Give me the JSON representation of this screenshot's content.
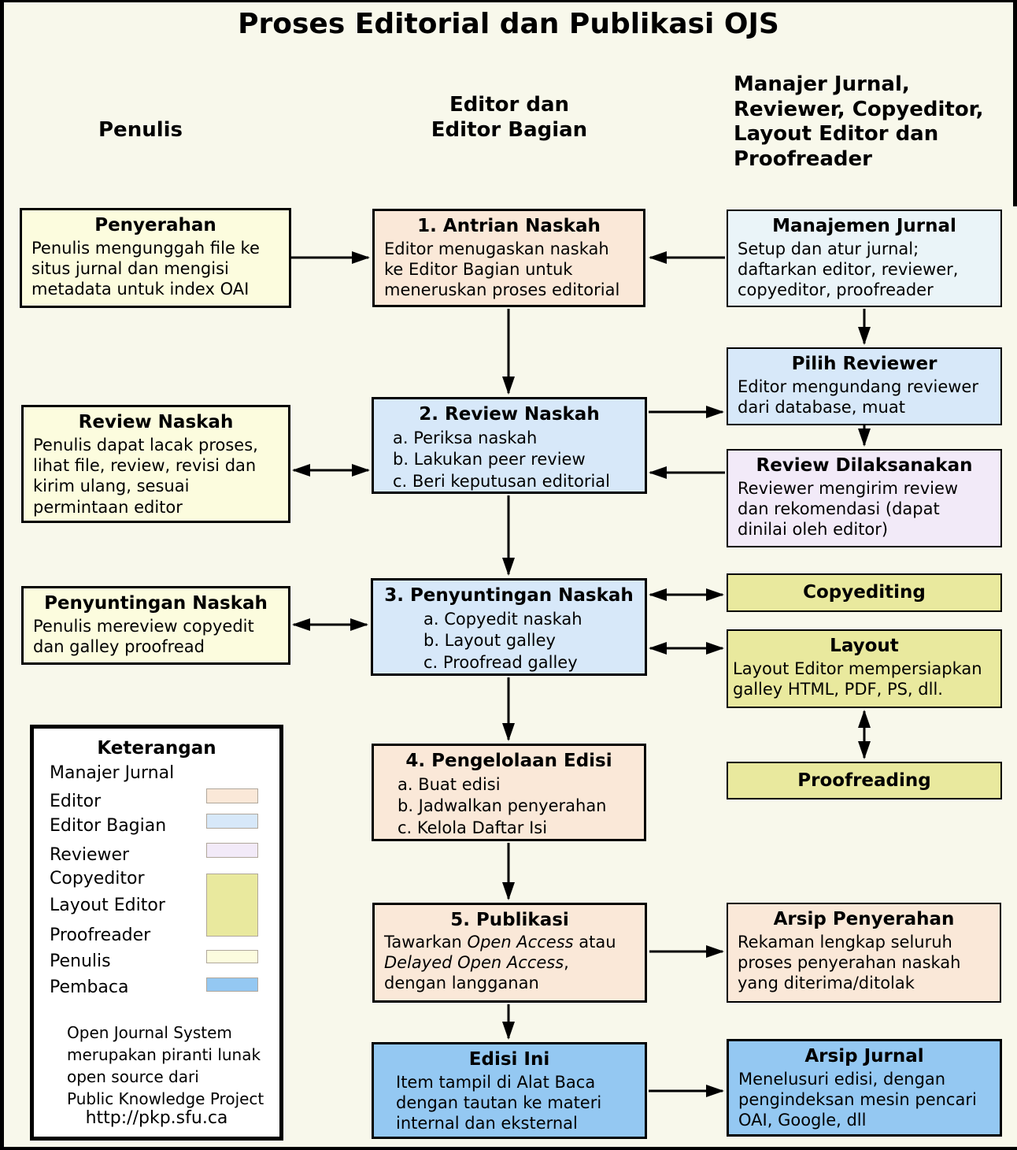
{
  "title": "Proses Editorial dan Publikasi OJS",
  "column_headers": {
    "penulis": "Penulis",
    "editor": "Editor dan\nEditor Bagian",
    "manajer": "Manajer Jurnal,\nReviewer, Copyeditor,\nLayout Editor dan\nProofreader"
  },
  "boxes": {
    "penyerahan": {
      "title": "Penyerahan",
      "body": "Penulis mengunggah file ke\nsitus jurnal dan mengisi\nmetadata untuk index OAI"
    },
    "antrian_naskah": {
      "title": "1. Antrian Naskah",
      "body": "Editor menugaskan naskah\nke Editor Bagian untuk\nmeneruskan proses editorial"
    },
    "manajemen_jurnal": {
      "title": "Manajemen Jurnal",
      "body": "Setup dan atur jurnal;\ndaftarkan editor, reviewer,\ncopyeditor, proofreader"
    },
    "review_naskah_penulis": {
      "title": "Review Naskah",
      "body": "Penulis dapat lacak proses,\nlihat file, review, revisi dan\nkirim ulang, sesuai\npermintaan editor"
    },
    "review_naskah": {
      "title": "2. Review Naskah",
      "items": [
        "a. Periksa naskah",
        "b. Lakukan peer review",
        "c. Beri keputusan editorial"
      ]
    },
    "pilih_reviewer": {
      "title": "Pilih Reviewer",
      "body": "Editor mengundang reviewer\ndari database, muat"
    },
    "review_dilaksanakan": {
      "title": "Review Dilaksanakan",
      "body": "Reviewer mengirim review\ndan rekomendasi (dapat\ndinilai oleh editor)"
    },
    "penyuntingan_penulis": {
      "title": "Penyuntingan Naskah",
      "body": "Penulis mereview copyedit\ndan galley proofread"
    },
    "penyuntingan_naskah": {
      "title": "3. Penyuntingan Naskah",
      "items": [
        "a. Copyedit naskah",
        "b. Layout galley",
        "c. Proofread galley"
      ]
    },
    "copyediting": {
      "title": "Copyediting"
    },
    "layout": {
      "title": "Layout",
      "body": "Layout Editor mempersiapkan\ngalley HTML, PDF, PS, dll."
    },
    "proofreading": {
      "title": "Proofreading"
    },
    "pengelolaan_edisi": {
      "title": "4. Pengelolaan Edisi",
      "items": [
        "a. Buat edisi",
        "b. Jadwalkan penyerahan",
        "c. Kelola Daftar Isi"
      ]
    },
    "publikasi": {
      "title": "5. Publikasi",
      "p1": "Tawarkan ",
      "p2": "Open Access",
      "p3": " atau",
      "p4": "Delayed Open Access",
      "p5": ",",
      "p6": "dengan langganan"
    },
    "arsip_penyerahan": {
      "title": "Arsip Penyerahan",
      "body": "Rekaman lengkap seluruh\nproses penyerahan naskah\nyang diterima/ditolak"
    },
    "edisi_ini": {
      "title": "Edisi Ini",
      "body": "Item tampil di Alat Baca\ndengan tautan ke materi\ninternal dan eksternal"
    },
    "arsip_jurnal": {
      "title": "Arsip Jurnal",
      "body": "Menelusuri edisi, dengan\npengindeksan mesin pencari\nOAI, Google, dll"
    }
  },
  "legend": {
    "title": "Keterangan",
    "items": [
      "Manajer Jurnal",
      "Editor",
      "Editor Bagian",
      "Reviewer",
      "Copyeditor",
      "Layout Editor",
      "Proofreader",
      "Penulis",
      "Pembaca"
    ],
    "footer": "Open Journal System\nmerupakan piranti lunak\nopen source dari\nPublic Knowledge Project",
    "url": "http://pkp.sfu.ca"
  },
  "colors": {
    "background": "#f8f8eb",
    "editor_peach": "#fae8d8",
    "editor_bagian_blue": "#d7e8f9",
    "manajer_paleblue": "#eaf4f8",
    "reviewer_lavender": "#f2eaf8",
    "copyeditor_olive": "#e9e99e",
    "penulis_yellow": "#fcfcde",
    "pembaca_blue": "#94c8f2"
  }
}
